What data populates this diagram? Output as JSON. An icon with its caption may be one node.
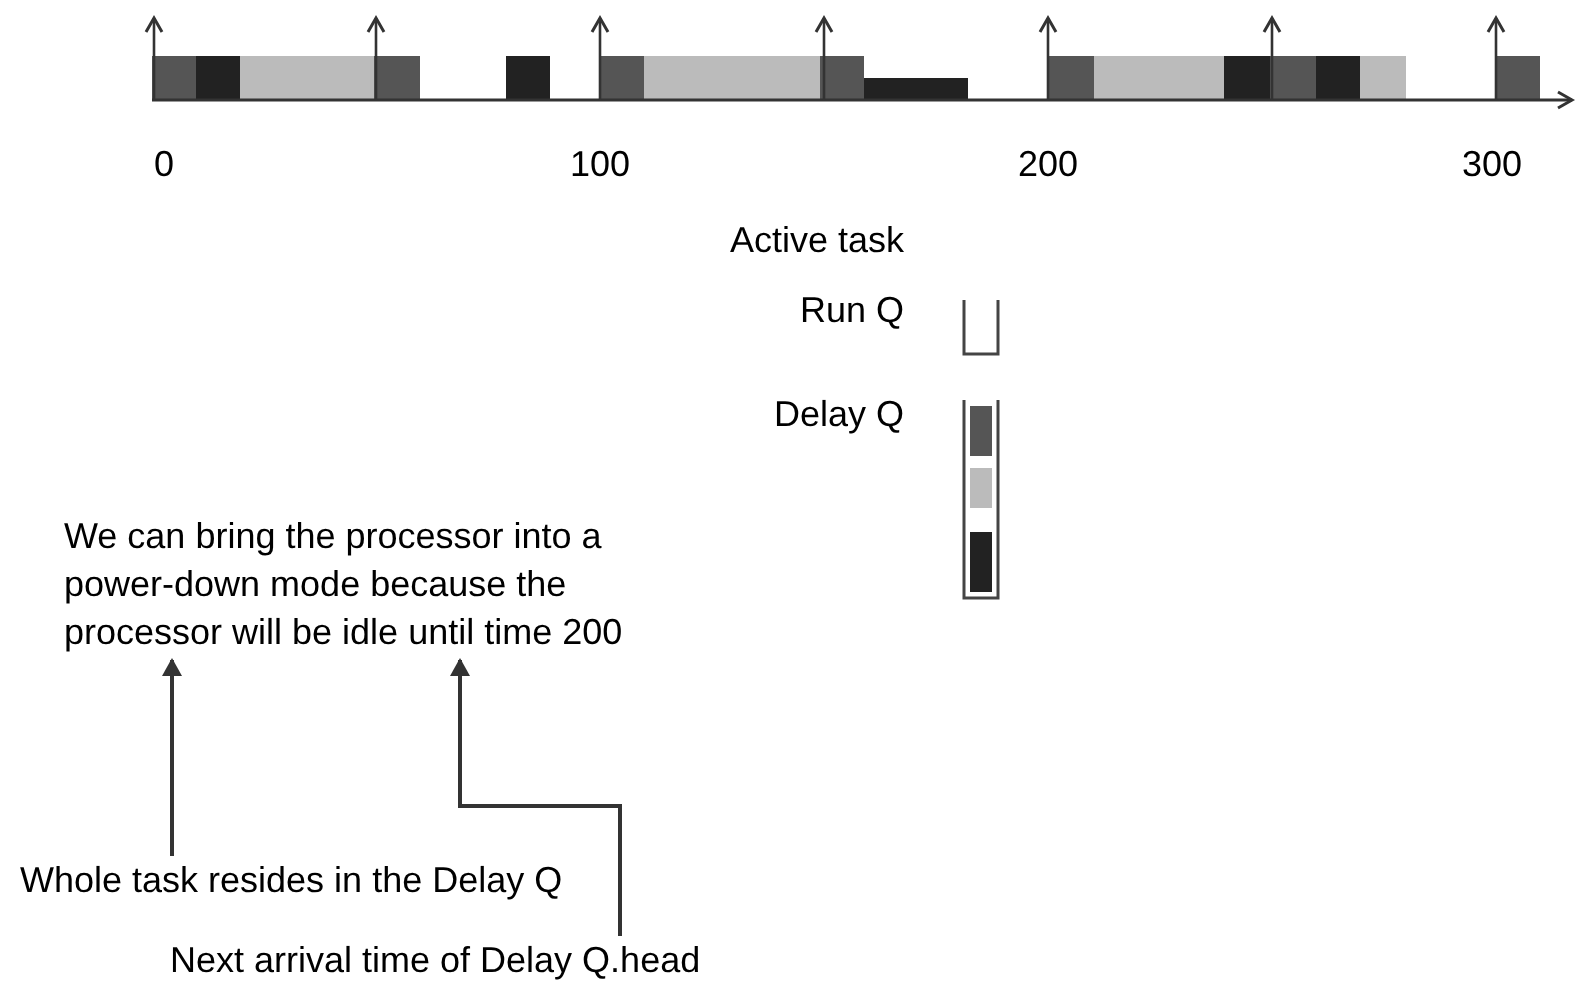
{
  "diagram": {
    "nodes": [
      {
        "text": [
          "We can bring the processor into a power-down mode because the processor will be idle until time 200"
        ]
      },
      {
        "text": [
          "Whole task resides in the Delay Q"
        ]
      },
      {
        "text": [
          "Next arrival time of Delay Q.head"
        ]
      }
    ],
    "edges": [
      {
        "from": 1,
        "to": 0,
        "arrow": "to"
      },
      {
        "from": 2,
        "to": 0,
        "arrow": "to"
      }
    ],
    "labels": [
      "0",
      "100",
      "200",
      "300",
      "Active task",
      "Run Q",
      "Delay Q"
    ]
  }
}
